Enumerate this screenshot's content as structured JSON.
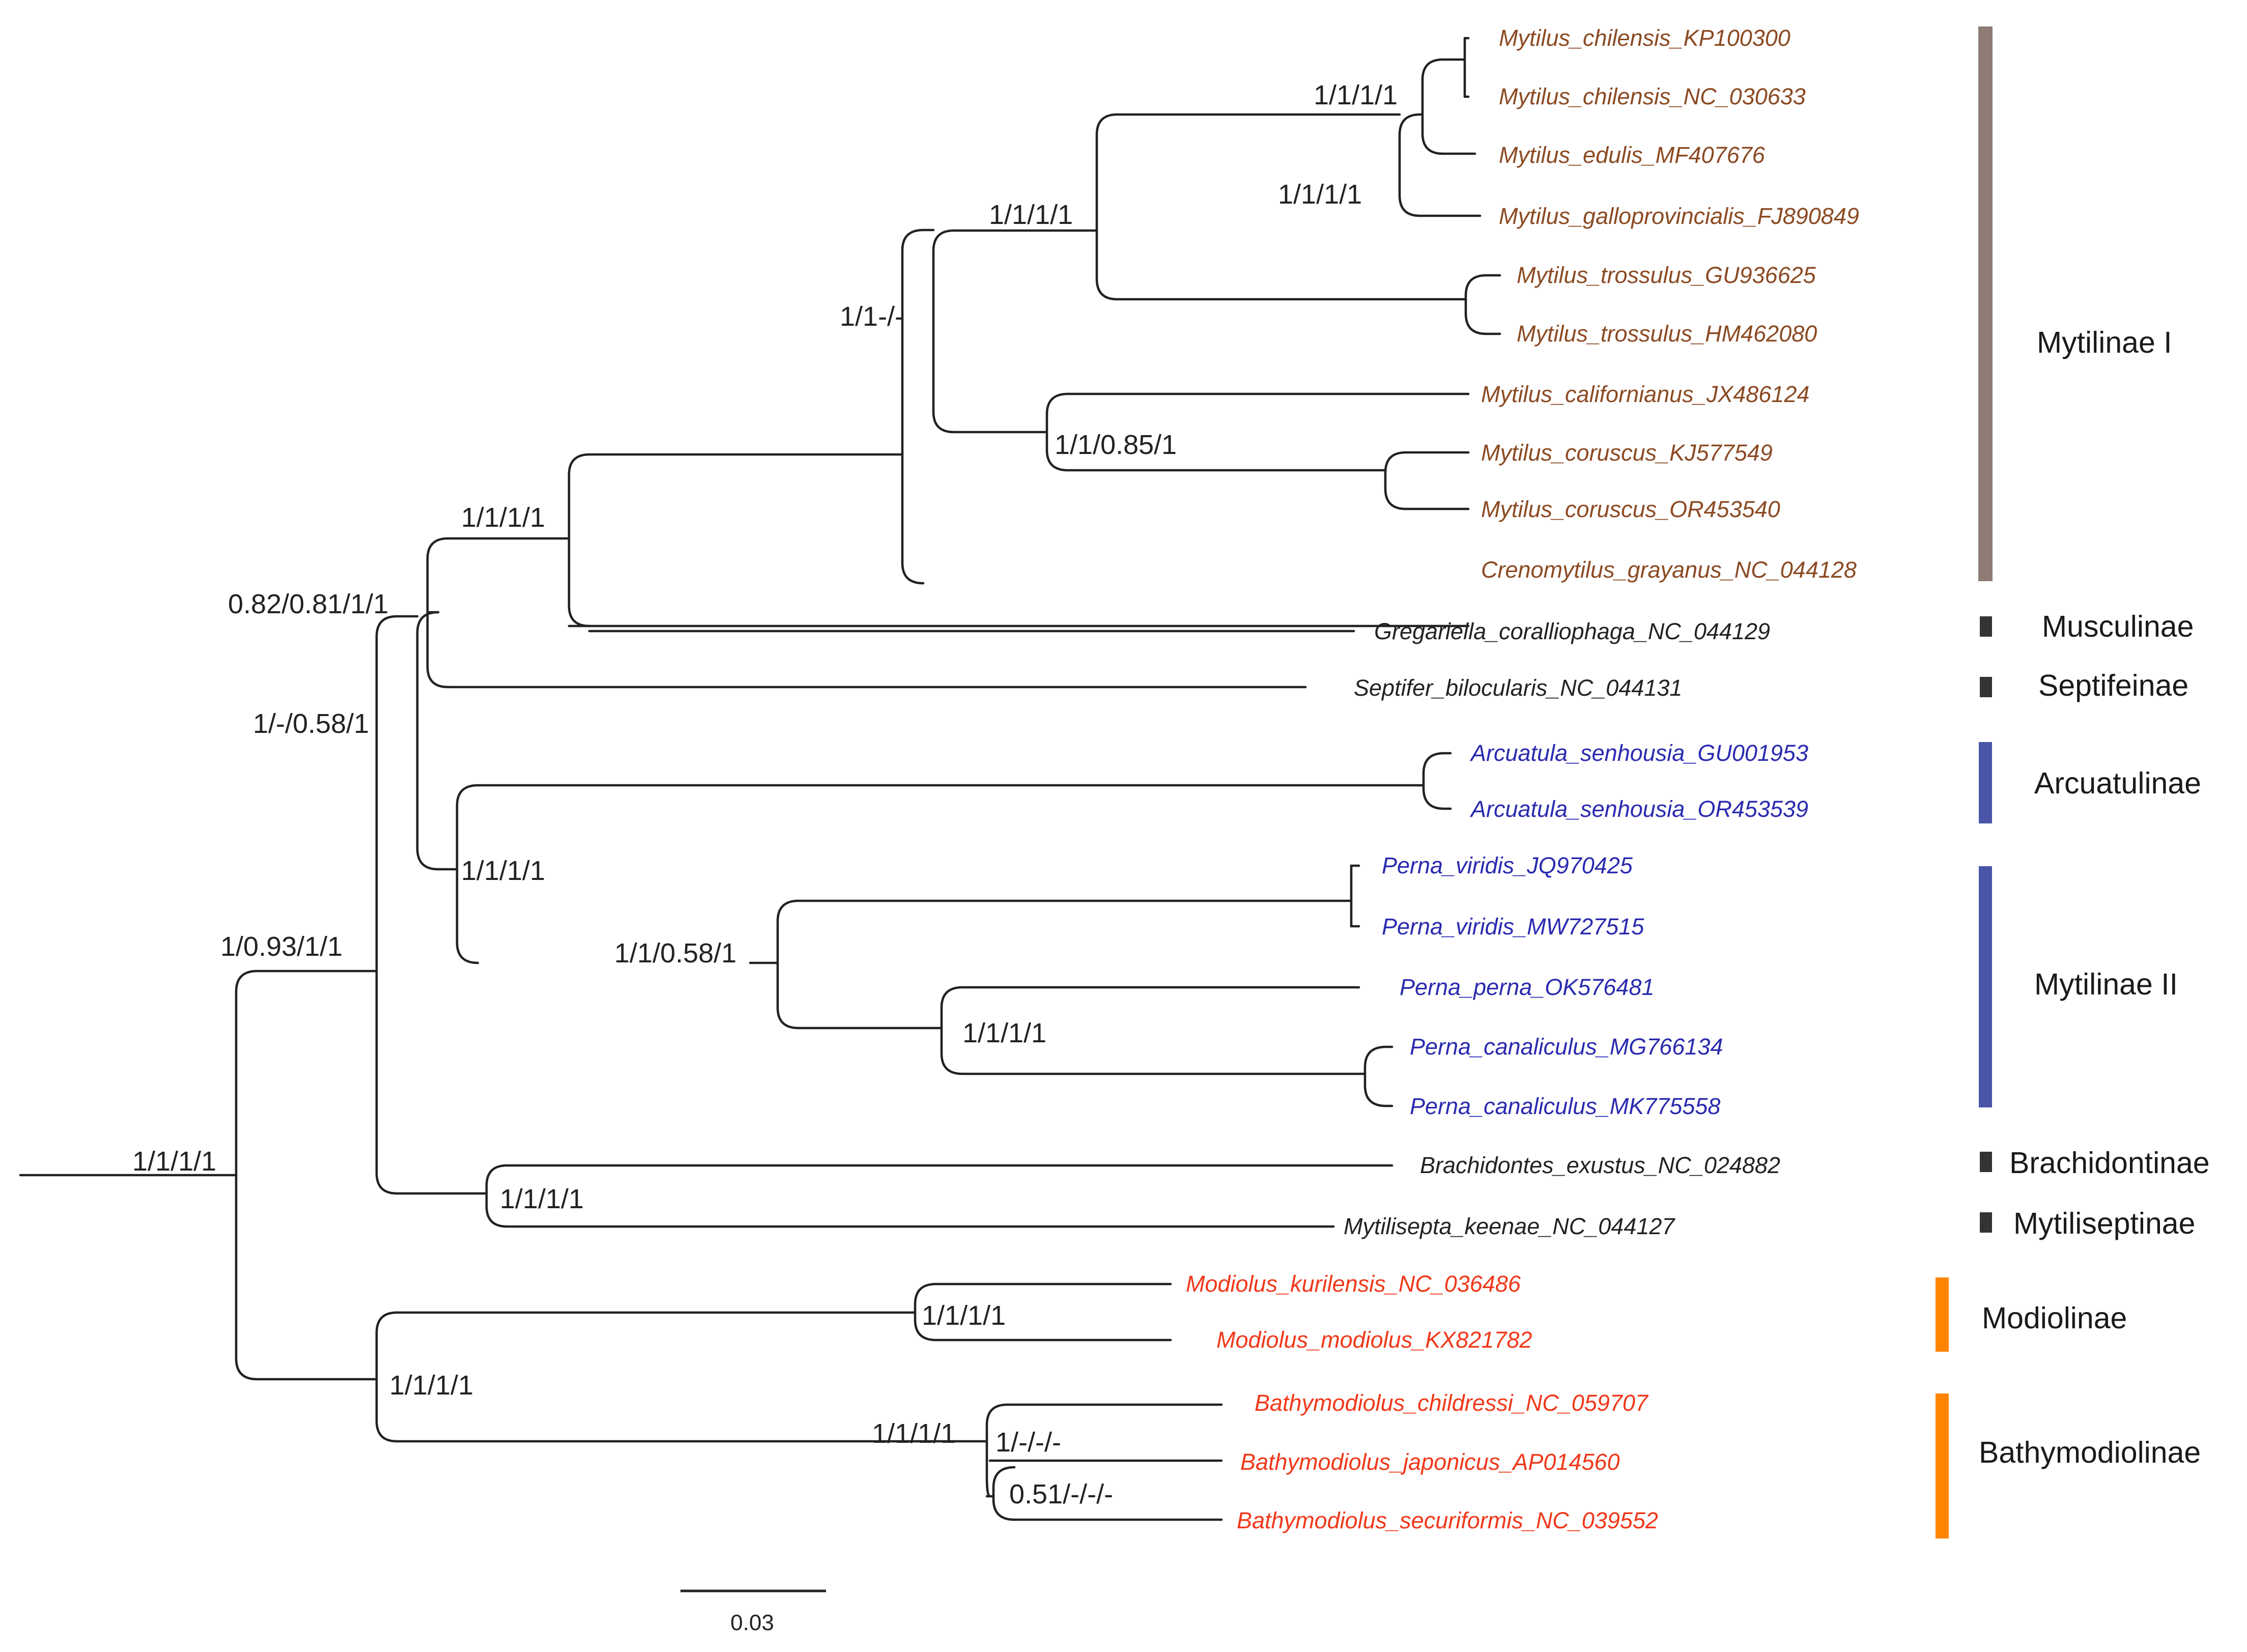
{
  "taxa": [
    {
      "id": "t1",
      "label": "Mytilus_chilensis_KP100300",
      "color": "#8b4a22"
    },
    {
      "id": "t2",
      "label": "Mytilus_chilensis_NC_030633",
      "color": "#8b4a22"
    },
    {
      "id": "t3",
      "label": "Mytilus_edulis_MF407676",
      "color": "#8b4a22"
    },
    {
      "id": "t4",
      "label": "Mytilus_galloprovincialis_FJ890849",
      "color": "#8b4a22"
    },
    {
      "id": "t5",
      "label": "Mytilus_trossulus_GU936625",
      "color": "#8b4a22"
    },
    {
      "id": "t6",
      "label": "Mytilus_trossulus_HM462080",
      "color": "#8b4a22"
    },
    {
      "id": "t7",
      "label": "Mytilus_californianus_JX486124",
      "color": "#8b4a22"
    },
    {
      "id": "t8",
      "label": "Mytilus_coruscus_KJ577549",
      "color": "#8b4a22"
    },
    {
      "id": "t9",
      "label": "Mytilus_coruscus_OR453540",
      "color": "#8b4a22"
    },
    {
      "id": "t10",
      "label": "Crenomytilus_grayanus_NC_044128",
      "color": "#8b4a22"
    },
    {
      "id": "t11",
      "label": "Gregariella_coralliophaga_NC_044129",
      "color": "#222222"
    },
    {
      "id": "t12",
      "label": "Septifer_bilocularis_NC_044131",
      "color": "#222222"
    },
    {
      "id": "t13",
      "label": "Arcuatula_senhousia_GU001953",
      "color": "#2a2ab0"
    },
    {
      "id": "t14",
      "label": "Arcuatula_senhousia_OR453539",
      "color": "#2a2ab0"
    },
    {
      "id": "t15",
      "label": "Perna_viridis_JQ970425",
      "color": "#2a2ab0"
    },
    {
      "id": "t16",
      "label": "Perna_viridis_MW727515",
      "color": "#2a2ab0"
    },
    {
      "id": "t17",
      "label": "Perna_perna_OK576481",
      "color": "#2a2ab0"
    },
    {
      "id": "t18",
      "label": "Perna_canaliculus_MG766134",
      "color": "#2a2ab0"
    },
    {
      "id": "t19",
      "label": "Perna_canaliculus_MK775558",
      "color": "#2a2ab0"
    },
    {
      "id": "t20",
      "label": "Brachidontes_exustus_NC_024882",
      "color": "#222222"
    },
    {
      "id": "t21",
      "label": "Mytilisepta_keenae_NC_044127",
      "color": "#222222"
    },
    {
      "id": "t22",
      "label": "Modiolus_kurilensis_NC_036486",
      "color": "#f0381a"
    },
    {
      "id": "t23",
      "label": "Modiolus_modiolus_KX821782",
      "color": "#f0381a"
    },
    {
      "id": "t24",
      "label": "Bathymodiolus_childressi_NC_059707",
      "color": "#f0381a"
    },
    {
      "id": "t25",
      "label": "Bathymodiolus_japonicus_AP014560",
      "color": "#f0381a"
    },
    {
      "id": "t26",
      "label": "Bathymodiolus_securiformis_NC_039552",
      "color": "#f0381a"
    }
  ],
  "support_values": [
    {
      "id": "s_root",
      "text": "1/1/1/1"
    },
    {
      "id": "s_ingroup",
      "text": "1/0.93/1/1"
    },
    {
      "id": "s_core",
      "text": "1/-/0.58/1"
    },
    {
      "id": "s_upper",
      "text": "0.82/0.81/1/1"
    },
    {
      "id": "s_mytilinae",
      "text": "1/1/1/1"
    },
    {
      "id": "s_mytilus_all",
      "text": "1/1-/-"
    },
    {
      "id": "s_mytilus_a",
      "text": "1/1/1/1"
    },
    {
      "id": "s_chilensis",
      "text": "1/1/1/1"
    },
    {
      "id": "s_edulis",
      "text": "1/1/1/1"
    },
    {
      "id": "s_calif",
      "text": "1/1/0.85/1"
    },
    {
      "id": "s_arc_perna",
      "text": "1/1/1/1"
    },
    {
      "id": "s_perna",
      "text": "1/1/0.58/1"
    },
    {
      "id": "s_perna_cp",
      "text": "1/1/1/1"
    },
    {
      "id": "s_brach",
      "text": "1/1/1/1"
    },
    {
      "id": "s_modio_all",
      "text": "1/1/1/1"
    },
    {
      "id": "s_modiolus",
      "text": "1/1/1/1"
    },
    {
      "id": "s_bathy",
      "text": "1/1/1/1"
    },
    {
      "id": "s_bathy_a",
      "text": "1/-/-/-"
    },
    {
      "id": "s_bathy_b",
      "text": "0.51/-/-/-"
    }
  ],
  "clades": [
    {
      "id": "c1",
      "name": "Mytilinae I",
      "color": "#8d7b74"
    },
    {
      "id": "c2",
      "name": "Musculinae",
      "color": "#333333"
    },
    {
      "id": "c3",
      "name": "Septifeinae",
      "color": "#333333"
    },
    {
      "id": "c4",
      "name": "Arcuatulinae",
      "color": "#4a55a8"
    },
    {
      "id": "c5",
      "name": "Mytilinae II",
      "color": "#4a55a8"
    },
    {
      "id": "c6",
      "name": "Brachidontinae",
      "color": "#333333"
    },
    {
      "id": "c7",
      "name": "Mytiliseptinae",
      "color": "#333333"
    },
    {
      "id": "c8",
      "name": "Modiolinae",
      "color": "#ff8500"
    },
    {
      "id": "c9",
      "name": "Bathymodiolinae",
      "color": "#ff8500"
    }
  ],
  "scale_bar": {
    "label": "0.03"
  }
}
